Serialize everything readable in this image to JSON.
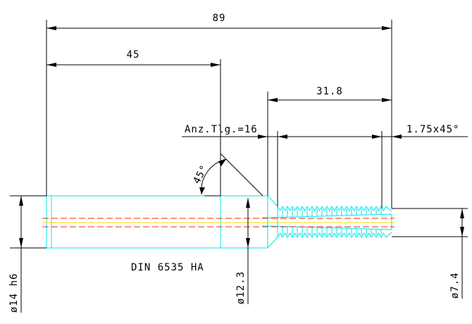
{
  "dimensions": {
    "overall_length": "89",
    "shank_length": "45",
    "thread_length": "31.8",
    "teeth_count": "Anz.Tlg.=16",
    "chamfer": "1.75x45°",
    "angle": "45°",
    "shank_diameter": "ø14 h6",
    "neck_diameter": "ø12.3",
    "tip_diameter": "ø7.4"
  },
  "standard": "DIN 6535 HA",
  "colors": {
    "part_outline": "#00e5e5",
    "centerline": "#ff2020",
    "axis": "#f0e000",
    "dimension": "#000000"
  }
}
